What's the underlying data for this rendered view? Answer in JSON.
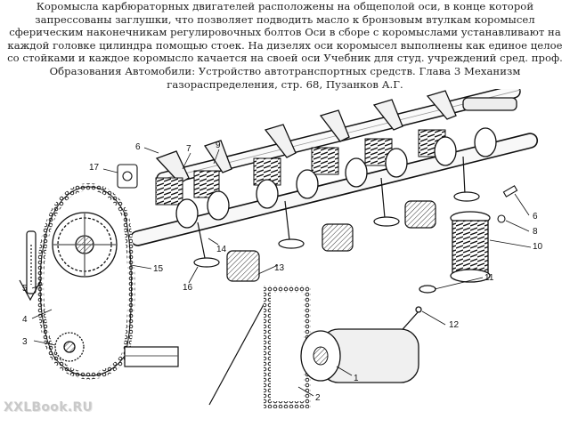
{
  "caption": {
    "text": "Коромысла карбюраторных двигателей расположены на общеполой оси, в конце которой запрессованы заглушки, что позволяет подводить масло к бронзовым втулкам коромысел сферическим наконечникам регулировочных болтов Оси  в сборе с коромыслами устанавливают на каждой головке цилиндра помощью стоек. На дизелях оси коромысел выполнены как единое целое со стойками и каждое коромысло качается на своей оси Учебник для студ. учреждений сред. проф. Образования Автомобили: Устройство автотранспортных средств. Глава 3 Механизм газораспределения, стр. 68,  Пузанков А.Г."
  },
  "figure": {
    "callouts": [
      "1",
      "2",
      "3",
      "4",
      "5",
      "6",
      "6",
      "7",
      "8",
      "9",
      "10",
      "11",
      "12",
      "13",
      "14",
      "15",
      "16",
      "17"
    ]
  },
  "watermark": {
    "text": "XXLBook.RU"
  }
}
